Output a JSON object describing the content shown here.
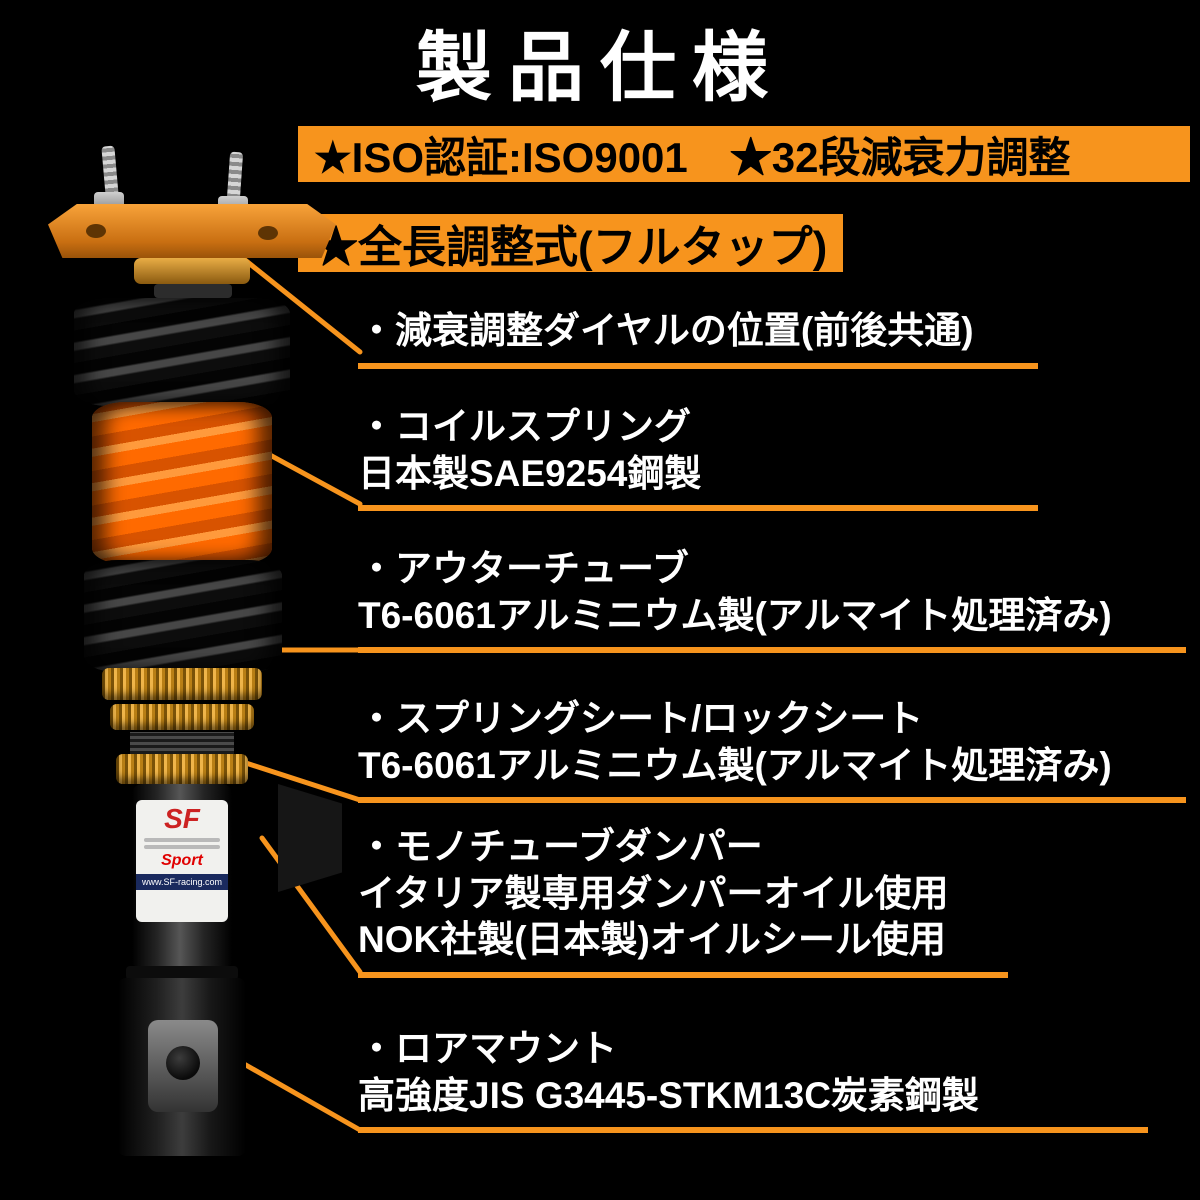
{
  "page": {
    "title": "製品仕様"
  },
  "colors": {
    "accent": "#F7941D",
    "background": "#000000",
    "text": "#FFFFFF"
  },
  "banners": {
    "iso": "★ISO認証:ISO9001　★32段減衰力調整",
    "full_tap": "★全長調整式(フルタップ)"
  },
  "callouts": [
    {
      "lines": [
        "・減衰調整ダイヤルの位置(前後共通)"
      ]
    },
    {
      "lines": [
        "・コイルスプリング",
        "日本製SAE9254鋼製"
      ]
    },
    {
      "lines": [
        "・アウターチューブ",
        "T6-6061アルミニウム製(アルマイト処理済み)"
      ]
    },
    {
      "lines": [
        "・スプリングシート/ロックシート",
        "T6-6061アルミニウム製(アルマイト処理済み)"
      ]
    },
    {
      "lines": [
        "・モノチューブダンパー",
        "イタリア製専用ダンパーオイル使用",
        "NOK社製(日本製)オイルシール使用"
      ]
    },
    {
      "lines": [
        "・ロアマウント",
        "高強度JIS G3445-STKM13C炭素鋼製"
      ]
    }
  ],
  "product_sticker": {
    "brand": "SF",
    "model": "Sport",
    "url": "www.SF-racing.com"
  }
}
